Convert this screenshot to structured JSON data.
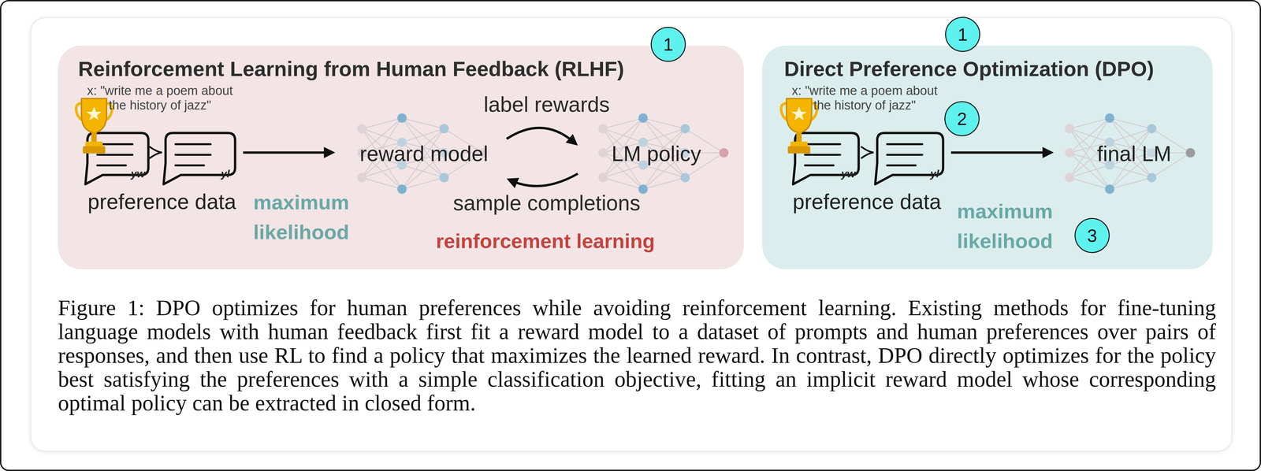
{
  "diagram": {
    "caption": "Figure 1: DPO optimizes for human preferences while avoiding reinforcement learning. Existing methods for fine-tuning language models with human feedback first fit a reward model to a dataset of prompts and human preferences over pairs of responses, and then use RL to find a policy that maximizes the learned reward. In contrast, DPO directly optimizes for the policy best satisfying the preferences with a simple classification objective, fitting an implicit reward model whose corresponding optimal policy can be extracted in closed form.",
    "nodes": [
      {
        "text": [
          "Reinforcement Learning from Human Feedback (RLHF)"
        ]
      },
      {
        "text": [
          "yw"
        ],
        "in": 0
      },
      {
        "text": [
          "yl"
        ],
        "in": 0
      },
      {
        "text": [
          "reward model"
        ],
        "in": 0
      },
      {
        "text": [
          "LM policy"
        ],
        "in": 0
      },
      {
        "text": [
          "Direct Preference Optimization (DPO)"
        ]
      },
      {
        "text": [
          "yw"
        ],
        "in": 5
      },
      {
        "text": [
          "yl"
        ],
        "in": 5
      },
      {
        "text": [
          "final LM"
        ],
        "in": 5
      }
    ],
    "edges": [
      {
        "from": 2,
        "to": 3,
        "arrow": "to",
        "label": "maximum likelihood"
      },
      {
        "from": 3,
        "to": 4,
        "arrow": "to",
        "label": "label rewards"
      },
      {
        "from": 4,
        "to": 3,
        "arrow": "to",
        "label": "sample completions"
      },
      {
        "from": 7,
        "to": 8,
        "arrow": "to",
        "label": "maximum likelihood"
      }
    ],
    "labels": [
      "1",
      "x: \"write me a poem about the history of jazz\"",
      "preference data",
      "reinforcement learning",
      "1",
      "2",
      "x: \"write me a poem about the history of jazz\"",
      "preference data",
      "3"
    ]
  }
}
